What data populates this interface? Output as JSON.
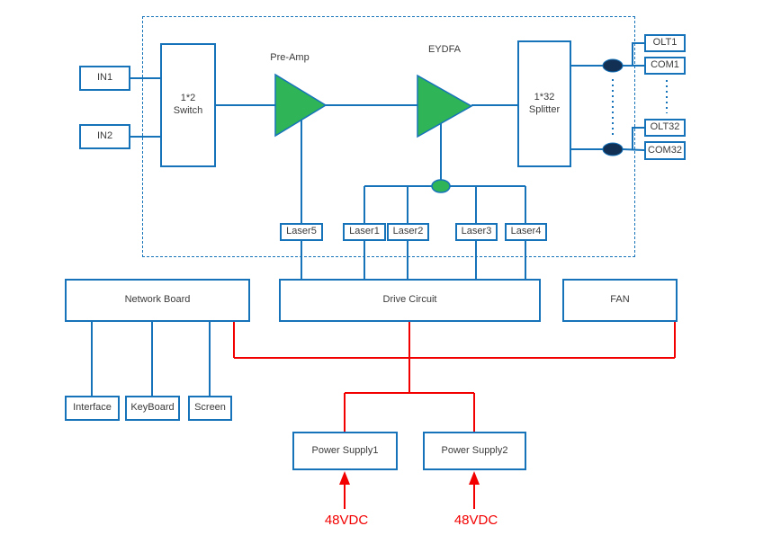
{
  "colors": {
    "line_blue": "#1673ba",
    "box_border_blue": "#1673ba",
    "power_red": "#f20000",
    "amplifier_green": "#2fb457",
    "combiner_dark": "#122f54",
    "text": "#3a3a3a"
  },
  "nodes": {
    "in1": "IN1",
    "in2": "IN2",
    "switch_line1": "1*2",
    "switch_line2": "Switch",
    "preamp": "Pre-Amp",
    "eydfa": "EYDFA",
    "splitter_line1": "1*32",
    "splitter_line2": "Splitter",
    "olt1": "OLT1",
    "com1": "COM1",
    "olt32": "OLT32",
    "com32": "COM32",
    "laser5": "Laser5",
    "laser1": "Laser1",
    "laser2": "Laser2",
    "laser3": "Laser3",
    "laser4": "Laser4",
    "network_board": "Network Board",
    "drive_circuit": "Drive Circuit",
    "fan": "FAN",
    "interface": "Interface",
    "keyboard": "KeyBoard",
    "screen": "Screen",
    "power_supply1": "Power Supply1",
    "power_supply2": "Power Supply2",
    "vdc1": "48VDC",
    "vdc2": "48VDC"
  }
}
